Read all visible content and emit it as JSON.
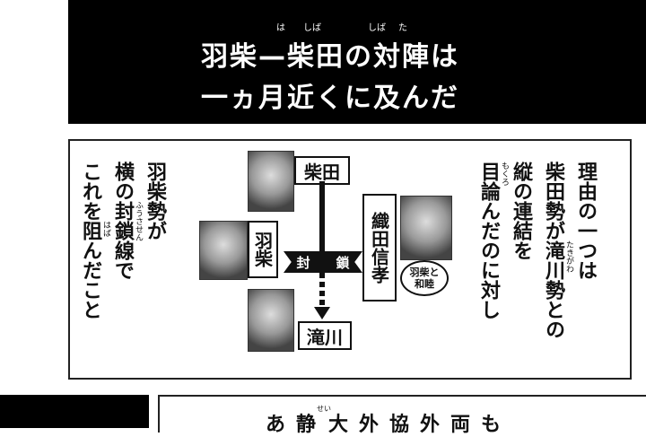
{
  "header": {
    "line1": "羽柴—柴田の対陣は",
    "line2": "一ヵ月近くに及んだ",
    "ruby": [
      "は",
      "しば",
      "しば",
      "た"
    ]
  },
  "right_text": {
    "columns": [
      "理由の一つは",
      "柴田勢が滝川勢との",
      "縦の連結を",
      "目論んだのに対し"
    ],
    "ruby": [
      "たきがわ",
      "もくろ"
    ]
  },
  "left_text": {
    "columns": [
      "羽柴勢が",
      "横の封鎖線で",
      "これを阻んだこと"
    ],
    "ruby": [
      "ふうさせん",
      "はば"
    ]
  },
  "diagram": {
    "shibata": "柴田",
    "hashiba": "羽柴",
    "takigawa": "滝川",
    "blockade": [
      "封",
      "鎖"
    ],
    "oda": "織田信孝",
    "truce": "羽柴と和睦"
  },
  "bottom": {
    "chars": [
      "あ",
      "静",
      "大",
      "外",
      "協",
      "外",
      "両",
      "も"
    ],
    "ruby": "せい"
  }
}
